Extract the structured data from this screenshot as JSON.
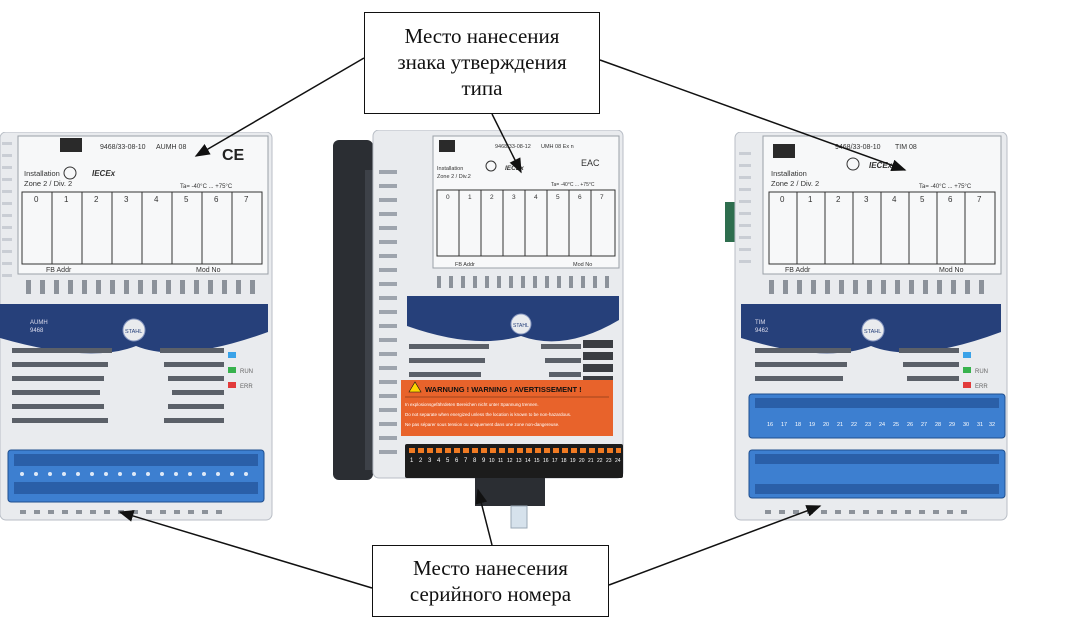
{
  "callouts": {
    "approval": {
      "lines": [
        "Место нанесения",
        "знака утверждения",
        "типа"
      ]
    },
    "serial": {
      "lines": [
        "Место нанесения",
        "серийного номера"
      ]
    }
  },
  "modules": [
    {
      "part_number": "9468/33-08-10",
      "model": "AUMH 08",
      "side_label_line1": "AUMH",
      "side_label_line2": "9468",
      "install_line1": "Installation",
      "install_line2": "Zone 2 / Div. 2",
      "temp_range": "Ta= -40°C ... +75°C",
      "channels": [
        "0",
        "1",
        "2",
        "3",
        "4",
        "5",
        "6",
        "7"
      ],
      "fb_addr": "FB Addr",
      "mod_no": "Mod No",
      "iecex": "IECEx",
      "ce": "CE",
      "stahl": "STAHL",
      "led_labels": [
        "",
        "RUN",
        "ERR"
      ]
    },
    {
      "part_number": "9468/33-08-12",
      "model": "UMH 08 Ex n",
      "install_line1": "Installation",
      "install_line2": "Zone 2 / Div.2",
      "temp_range": "Ta= -40°C ... +75°C",
      "channels": [
        "0",
        "1",
        "2",
        "3",
        "4",
        "5",
        "6",
        "7"
      ],
      "fb_addr": "FB Addr",
      "mod_no": "Mod No",
      "iecex": "IECEx",
      "eac": "EAC",
      "stahl": "STAHL",
      "warning_title": "WARNUNG !  WARNING !  AVERTISSEMENT !",
      "warning_lines": [
        "In explosionsgefährdeten Bereichen nicht unter Spannung trennen.",
        "Do not separate when energized unless the location is known to be non-hazardous.",
        "Ne pas séparer sous tension ou uniquement dans une zone non-dangereuse."
      ],
      "terminal_numbers": [
        "1",
        "2",
        "3",
        "4",
        "5",
        "6",
        "7",
        "8",
        "9",
        "10",
        "11",
        "12",
        "13",
        "14",
        "15",
        "16",
        "17",
        "18",
        "19",
        "20",
        "21",
        "22",
        "23",
        "24"
      ]
    },
    {
      "part_number": "9468/33-08-10",
      "model": "TIM 08",
      "side_label_line1": "TIM",
      "side_label_line2": "9462",
      "install_line1": "Installation",
      "install_line2": "Zone 2 / Div. 2",
      "temp_range": "Ta= -40°C ... +75°C",
      "channels": [
        "0",
        "1",
        "2",
        "3",
        "4",
        "5",
        "6",
        "7"
      ],
      "fb_addr": "FB Addr",
      "mod_no": "Mod No",
      "iecex": "IECEx",
      "stahl": "STAHL",
      "led_labels": [
        "",
        "RUN",
        "ERR"
      ],
      "upper_terminal_numbers": [
        "16",
        "17",
        "18",
        "19",
        "20",
        "21",
        "22",
        "23",
        "24",
        "25",
        "26",
        "27",
        "28",
        "29",
        "30",
        "31",
        "32"
      ]
    }
  ],
  "colors": {
    "housing": "#e9ebee",
    "housing_shadow": "#b9bec6",
    "label_card": "#f7f8f9",
    "blue_band": "#26407a",
    "terminal_blue": "#3d7fd0",
    "terminal_black": "#1c1c1c",
    "terminal_orange": "#f07a22",
    "warning_orange": "#e8632b",
    "led_blue": "#3aa2e8",
    "led_green": "#37b24d",
    "led_red": "#e23b3b"
  }
}
